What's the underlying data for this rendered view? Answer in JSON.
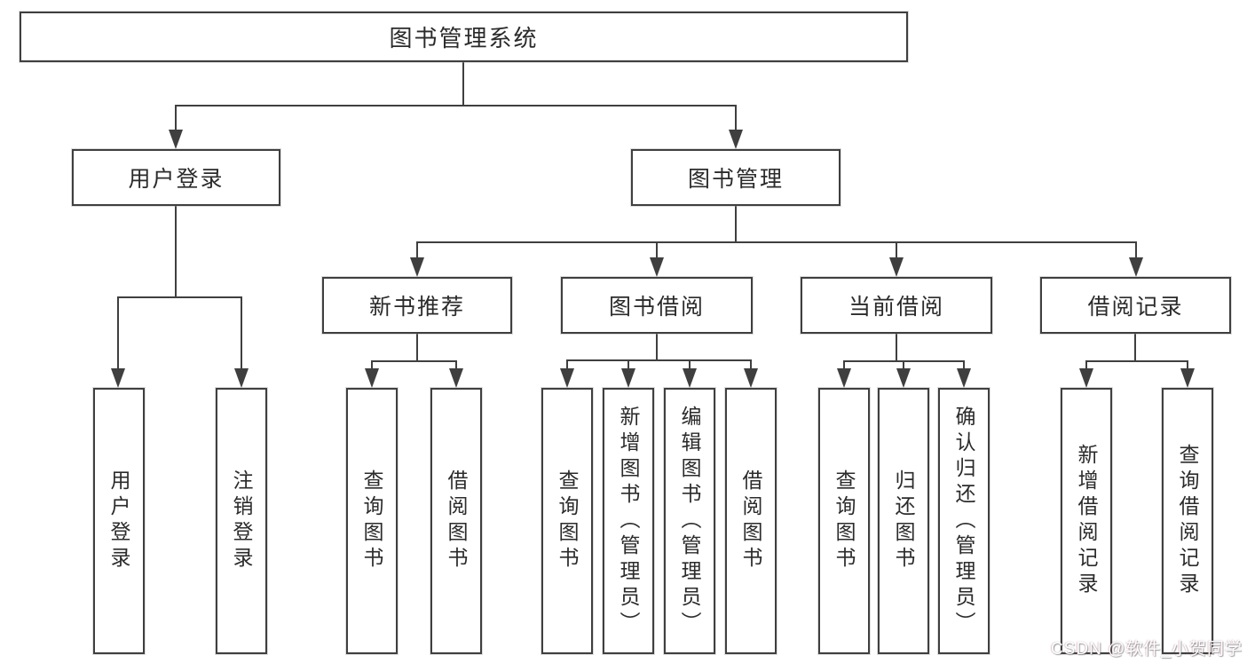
{
  "diagram": {
    "root": {
      "label": "图书管理系统"
    },
    "branches": [
      {
        "label": "用户登录",
        "children": [
          {
            "label": "用户登录"
          },
          {
            "label": "注销登录"
          }
        ]
      },
      {
        "label": "图书管理",
        "children": [
          {
            "label": "新书推荐",
            "children": [
              {
                "label": "查询图书"
              },
              {
                "label": "借阅图书"
              }
            ]
          },
          {
            "label": "图书借阅",
            "children": [
              {
                "label": "查询图书"
              },
              {
                "label": "新增图书（管理员）"
              },
              {
                "label": "编辑图书（管理员）"
              },
              {
                "label": "借阅图书"
              }
            ]
          },
          {
            "label": "当前借阅",
            "children": [
              {
                "label": "查询图书"
              },
              {
                "label": "归还图书"
              },
              {
                "label": "确认归还（管理员）"
              }
            ]
          },
          {
            "label": "借阅记录",
            "children": [
              {
                "label": "新增借阅记录"
              },
              {
                "label": "查询借阅记录"
              }
            ]
          }
        ]
      }
    ]
  },
  "watermark": {
    "text": "CSDN @软件_小贺同学"
  },
  "colors": {
    "line": "#3f3f3f",
    "box_border": "#3f3f3f",
    "text": "#2b2b2b",
    "background": "#ffffff",
    "watermark_text": "#ffffff"
  }
}
